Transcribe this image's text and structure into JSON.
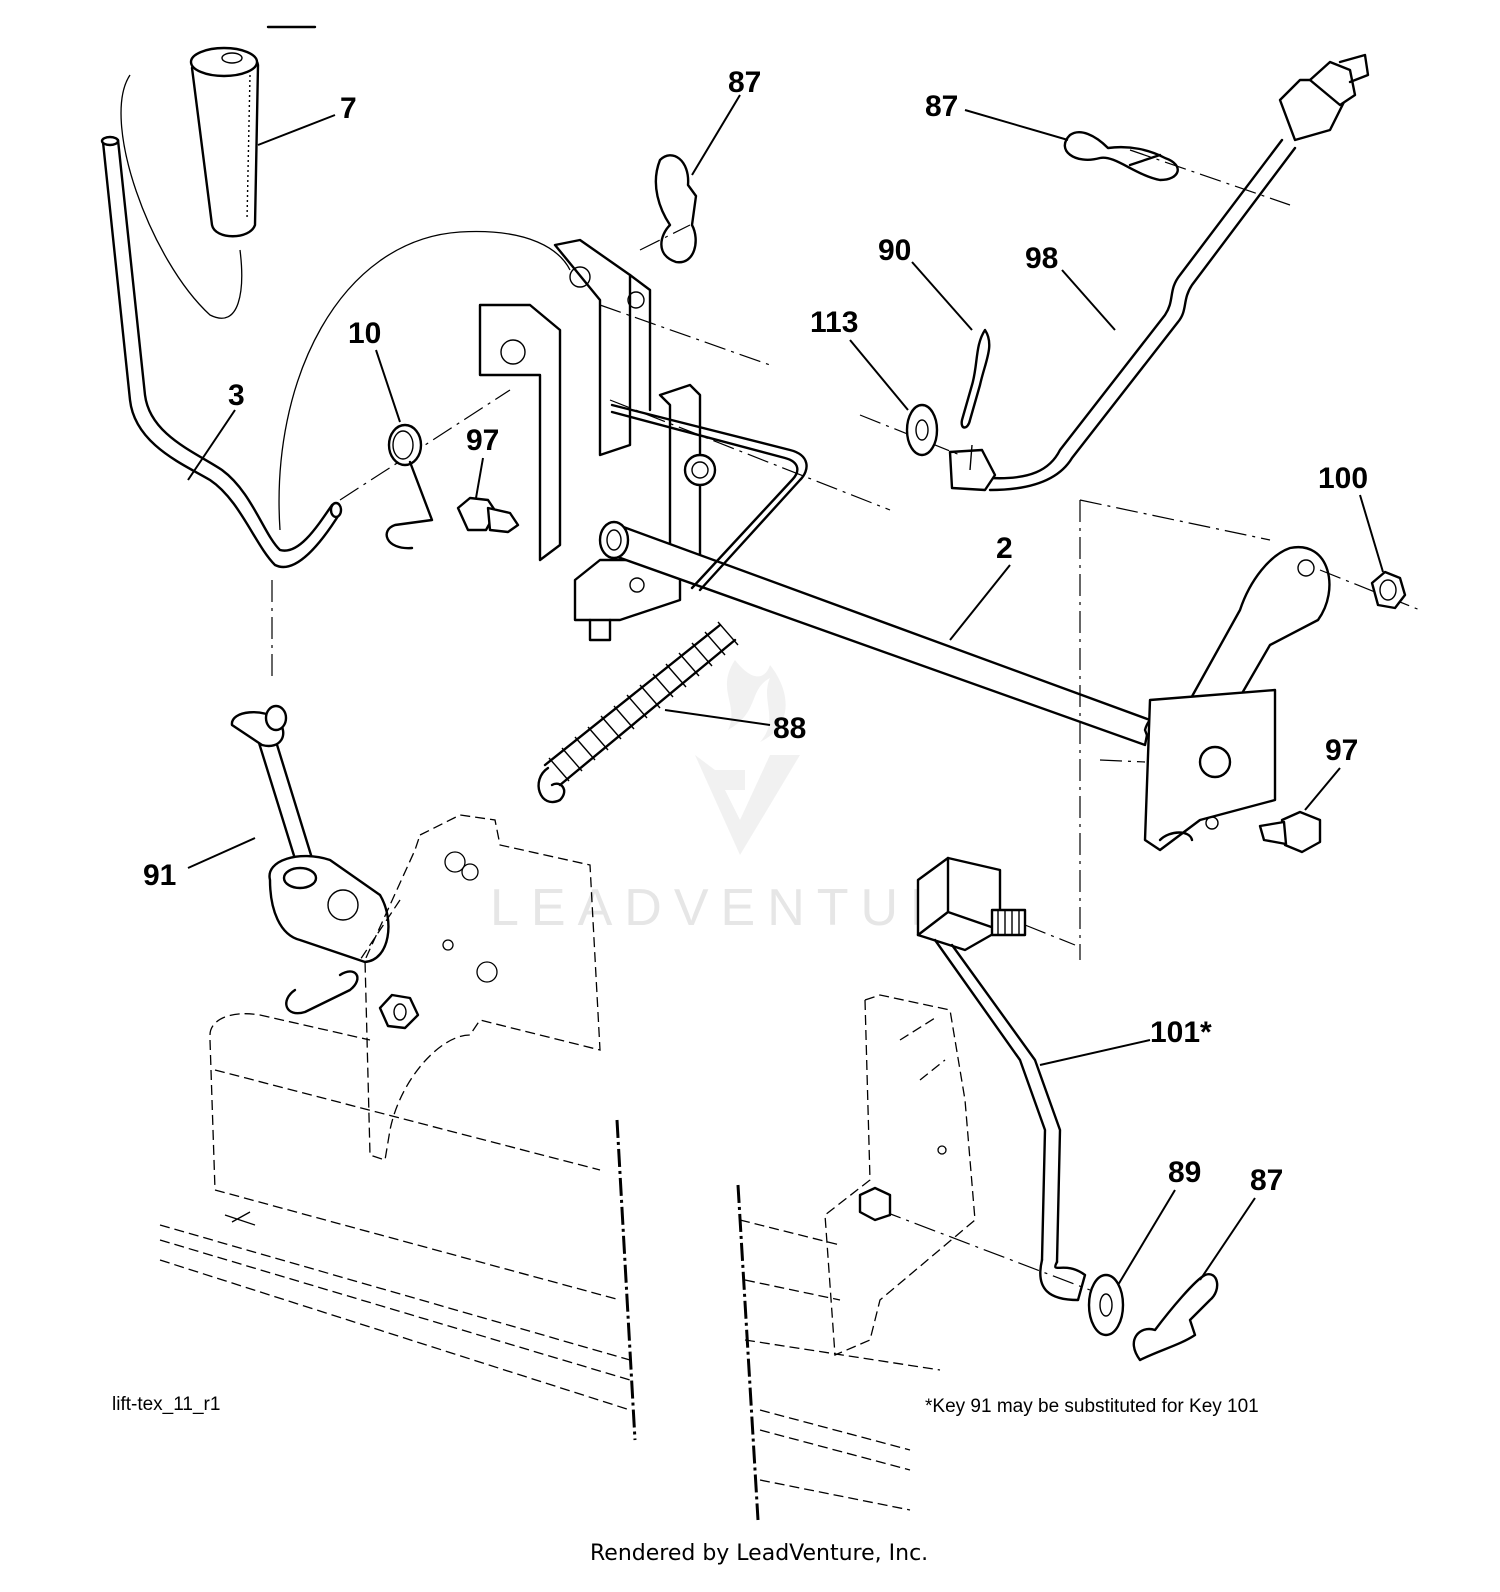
{
  "diagram": {
    "drawing_id": "lift-tex_11_r1",
    "footnote": "*Key 91 may be substituted for Key 101",
    "render_credit": "Rendered by LeadVenture, Inc.",
    "watermark": "LEADVENTURE",
    "callouts": [
      {
        "id": "c-7",
        "label": "7"
      },
      {
        "id": "c-87a",
        "label": "87"
      },
      {
        "id": "c-87b",
        "label": "87"
      },
      {
        "id": "c-90",
        "label": "90"
      },
      {
        "id": "c-98",
        "label": "98"
      },
      {
        "id": "c-113",
        "label": "113"
      },
      {
        "id": "c-10",
        "label": "10"
      },
      {
        "id": "c-3",
        "label": "3"
      },
      {
        "id": "c-97a",
        "label": "97"
      },
      {
        "id": "c-100",
        "label": "100"
      },
      {
        "id": "c-2",
        "label": "2"
      },
      {
        "id": "c-88",
        "label": "88"
      },
      {
        "id": "c-97b",
        "label": "97"
      },
      {
        "id": "c-91",
        "label": "91"
      },
      {
        "id": "c-101",
        "label": "101*"
      },
      {
        "id": "c-89",
        "label": "89"
      },
      {
        "id": "c-87c",
        "label": "87"
      }
    ]
  }
}
